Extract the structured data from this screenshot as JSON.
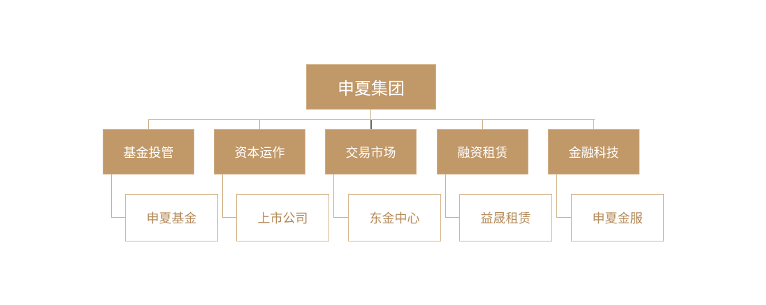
{
  "root": {
    "label": "申夏集团"
  },
  "branches": [
    {
      "label": "基金投管",
      "child": "申夏基金"
    },
    {
      "label": "资本运作",
      "child": "上市公司"
    },
    {
      "label": "交易市场",
      "child": "东金中心"
    },
    {
      "label": "融资租赁",
      "child": "益晟租赁"
    },
    {
      "label": "金融科技",
      "child": "申夏金服"
    }
  ],
  "colors": {
    "fill": "#c19868",
    "child_text": "#b48a58",
    "line": "#d2b087"
  }
}
